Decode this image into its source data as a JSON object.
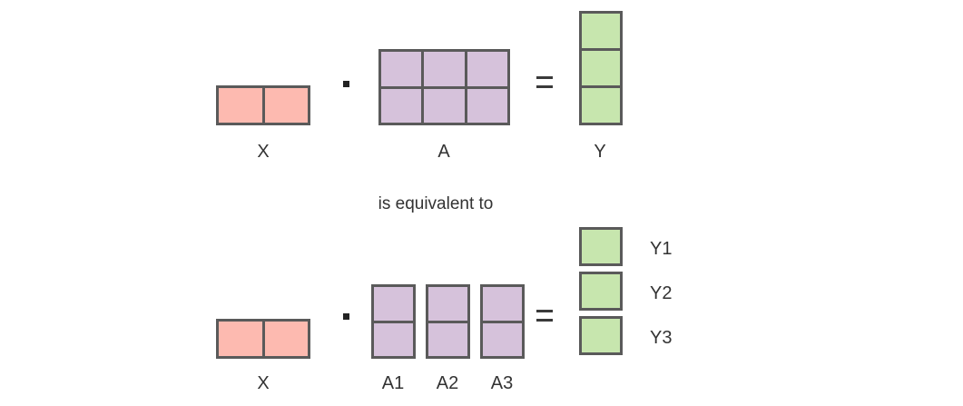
{
  "diagram": {
    "caption": "is equivalent to",
    "colors": {
      "input_fill": "#fdbab0",
      "weight_fill": "#d6c2db",
      "output_fill": "#c7e6ae",
      "border": "#5a5a5a",
      "text": "#333333",
      "background": "#ffffff"
    },
    "top_equation": {
      "operator_dot": "·",
      "operator_equals": "=",
      "operands": [
        {
          "name": "X",
          "label": "X",
          "rows": 1,
          "cols": 2,
          "color": "input_fill"
        },
        {
          "name": "A",
          "label": "A",
          "rows": 2,
          "cols": 3,
          "color": "weight_fill"
        },
        {
          "name": "Y",
          "label": "Y",
          "rows": 3,
          "cols": 1,
          "color": "output_fill"
        }
      ]
    },
    "bottom_equation": {
      "operator_dot": "·",
      "operator_equals": "=",
      "operands": [
        {
          "name": "X",
          "label": "X",
          "rows": 1,
          "cols": 2,
          "color": "input_fill"
        },
        {
          "name": "A1",
          "label": "A1",
          "rows": 2,
          "cols": 1,
          "color": "weight_fill"
        },
        {
          "name": "A2",
          "label": "A2",
          "rows": 2,
          "cols": 1,
          "color": "weight_fill"
        },
        {
          "name": "A3",
          "label": "A3",
          "rows": 2,
          "cols": 1,
          "color": "weight_fill"
        }
      ],
      "results": [
        {
          "name": "Y1",
          "label": "Y1",
          "rows": 1,
          "cols": 1,
          "color": "output_fill"
        },
        {
          "name": "Y2",
          "label": "Y2",
          "rows": 1,
          "cols": 1,
          "color": "output_fill"
        },
        {
          "name": "Y3",
          "label": "Y3",
          "rows": 1,
          "cols": 1,
          "color": "output_fill"
        }
      ]
    }
  }
}
